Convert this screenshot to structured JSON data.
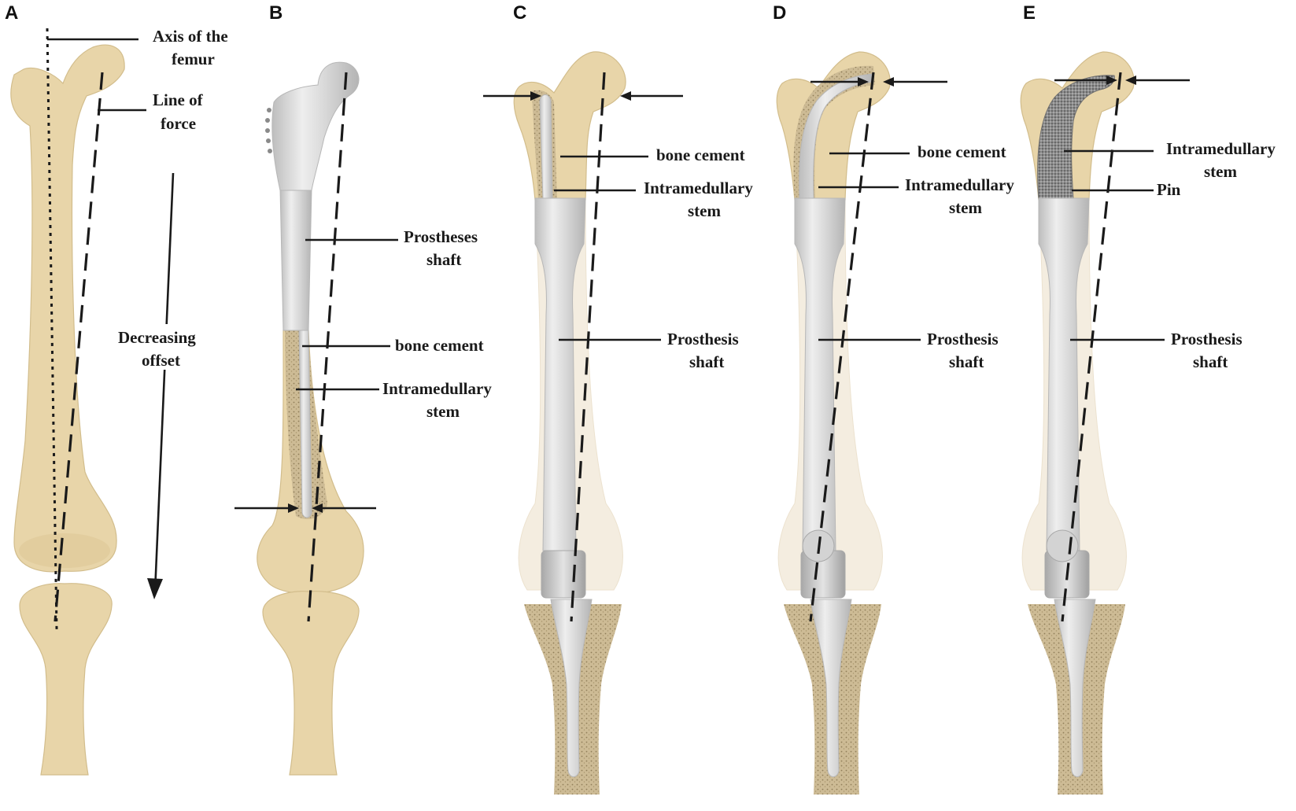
{
  "panels": {
    "a": {
      "letter": "A",
      "axis_label_1": "Axis of the",
      "axis_label_2": "femur",
      "force_label_1": "Line of",
      "force_label_2": "force",
      "offset_label_1": "Decreasing",
      "offset_label_2": "offset"
    },
    "b": {
      "letter": "B",
      "shaft_label_1": "Prostheses",
      "shaft_label_2": "shaft",
      "cement_label": "bone cement",
      "stem_label_1": "Intramedullary",
      "stem_label_2": "stem"
    },
    "c": {
      "letter": "C",
      "cement_label": "bone cement",
      "stem_label_1": "Intramedullary",
      "stem_label_2": "stem",
      "shaft_label_1": "Prosthesis",
      "shaft_label_2": "shaft"
    },
    "d": {
      "letter": "D",
      "cement_label": "bone cement",
      "stem_label_1": "Intramedullary",
      "stem_label_2": "stem",
      "shaft_label_1": "Prosthesis",
      "shaft_label_2": "shaft"
    },
    "e": {
      "letter": "E",
      "stem_label_1": "Intramedullary",
      "stem_label_2": "stem",
      "pin_label": "Pin",
      "shaft_label_1": "Prosthesis",
      "shaft_label_2": "shaft"
    }
  },
  "colors": {
    "bone": "#e8d5a9",
    "cement": "#c9b690",
    "metal": "#d6d6d6",
    "line": "#1a1a1a"
  }
}
